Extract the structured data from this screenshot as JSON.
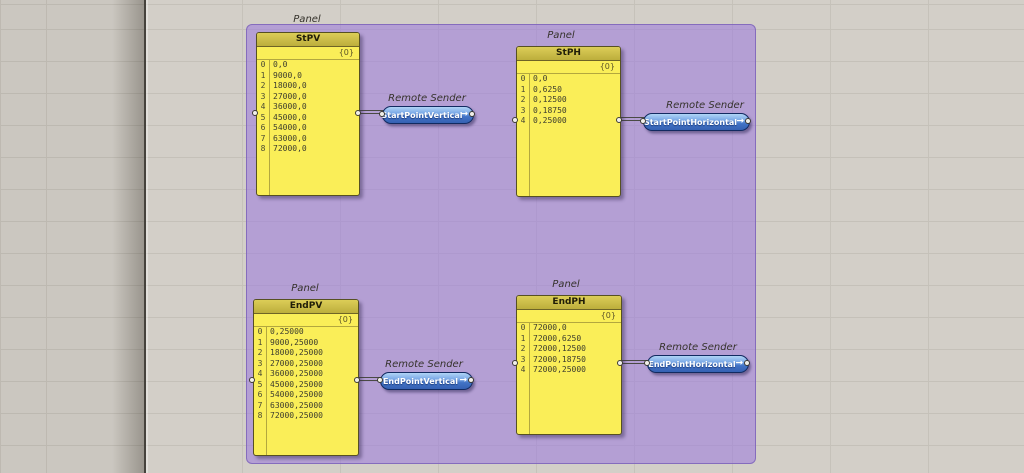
{
  "app": "grasshopper-canvas",
  "colors": {
    "canvas_bg": "#d3cfc8",
    "group_fill": "#b2a0dc",
    "panel_body": "#faee58",
    "panel_header": "#c9ba42",
    "sender_blue": "#4a7cce",
    "wire": "#4a4a44"
  },
  "panels": [
    {
      "label": "Panel",
      "title": "StPV",
      "path": "{0}",
      "rows": [
        {
          "index": "0",
          "value": "0,0"
        },
        {
          "index": "1",
          "value": "9000,0"
        },
        {
          "index": "2",
          "value": "18000,0"
        },
        {
          "index": "3",
          "value": "27000,0"
        },
        {
          "index": "4",
          "value": "36000,0"
        },
        {
          "index": "5",
          "value": "45000,0"
        },
        {
          "index": "6",
          "value": "54000,0"
        },
        {
          "index": "7",
          "value": "63000,0"
        },
        {
          "index": "8",
          "value": "72000,0"
        }
      ]
    },
    {
      "label": "Panel",
      "title": "StPH",
      "path": "{0}",
      "rows": [
        {
          "index": "0",
          "value": "0,0"
        },
        {
          "index": "1",
          "value": "0,6250"
        },
        {
          "index": "2",
          "value": "0,12500"
        },
        {
          "index": "3",
          "value": "0,18750"
        },
        {
          "index": "4",
          "value": "0,25000"
        }
      ]
    },
    {
      "label": "Panel",
      "title": "EndPV",
      "path": "{0}",
      "rows": [
        {
          "index": "0",
          "value": "0,25000"
        },
        {
          "index": "1",
          "value": "9000,25000"
        },
        {
          "index": "2",
          "value": "18000,25000"
        },
        {
          "index": "3",
          "value": "27000,25000"
        },
        {
          "index": "4",
          "value": "36000,25000"
        },
        {
          "index": "5",
          "value": "45000,25000"
        },
        {
          "index": "6",
          "value": "54000,25000"
        },
        {
          "index": "7",
          "value": "63000,25000"
        },
        {
          "index": "8",
          "value": "72000,25000"
        }
      ]
    },
    {
      "label": "Panel",
      "title": "EndPH",
      "path": "{0}",
      "rows": [
        {
          "index": "0",
          "value": "72000,0"
        },
        {
          "index": "1",
          "value": "72000,6250"
        },
        {
          "index": "2",
          "value": "72000,12500"
        },
        {
          "index": "3",
          "value": "72000,18750"
        },
        {
          "index": "4",
          "value": "72000,25000"
        }
      ]
    }
  ],
  "senders": [
    {
      "label": "Remote Sender",
      "name": "StartPointVertical",
      "arrow": "→"
    },
    {
      "label": "Remote Sender",
      "name": "StartPointHorizontal",
      "arrow": "→"
    },
    {
      "label": "Remote Sender",
      "name": "EndPointVertical",
      "arrow": "→"
    },
    {
      "label": "Remote Sender",
      "name": "EndPointHorizontal",
      "arrow": "→"
    }
  ]
}
